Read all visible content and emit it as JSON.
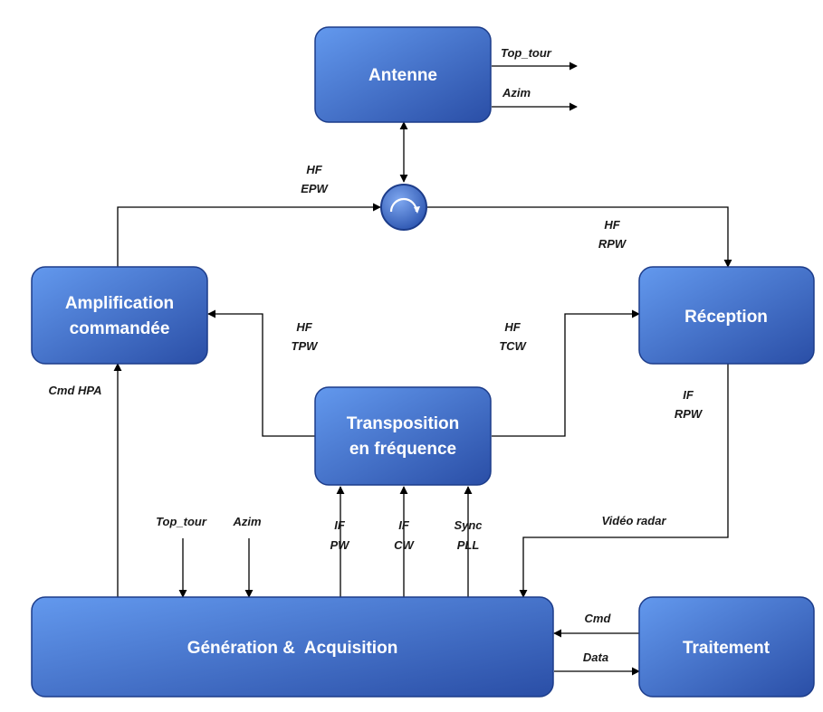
{
  "blocks": {
    "antenne": "Antenne",
    "amplification_l1": "Amplification",
    "amplification_l2": "commandée",
    "reception": "Réception",
    "transposition_l1": "Transposition",
    "transposition_l2": "en fréquence",
    "generation": "Génération &  Acquisition",
    "traitement": "Traitement"
  },
  "signals": {
    "antenna_top_tour": "Top_tour",
    "antenna_azim": "Azim",
    "hf_epw_1": "HF",
    "hf_epw_2": "EPW",
    "hf_rpw_1": "HF",
    "hf_rpw_2": "RPW",
    "hf_tpw_1": "HF",
    "hf_tpw_2": "TPW",
    "hf_tcw_1": "HF",
    "hf_tcw_2": "TCW",
    "if_rpw_1": "IF",
    "if_rpw_2": "RPW",
    "cmd_hpa": "Cmd HPA",
    "gen_top_tour": "Top_tour",
    "gen_azim": "Azim",
    "if_pw_1": "IF",
    "if_pw_2": "PW",
    "if_cw_1": "IF",
    "if_cw_2": "CW",
    "sync_pll_1": "Sync",
    "sync_pll_2": "PLL",
    "video_radar": "Vidéo radar",
    "cmd": "Cmd",
    "data": "Data"
  },
  "colors": {
    "block_light": "#5b8ee6",
    "block_dark": "#2c50a8",
    "block_border": "#1c3c8a",
    "circulator_ring": "#1c3c8a",
    "wire": "#000000"
  }
}
